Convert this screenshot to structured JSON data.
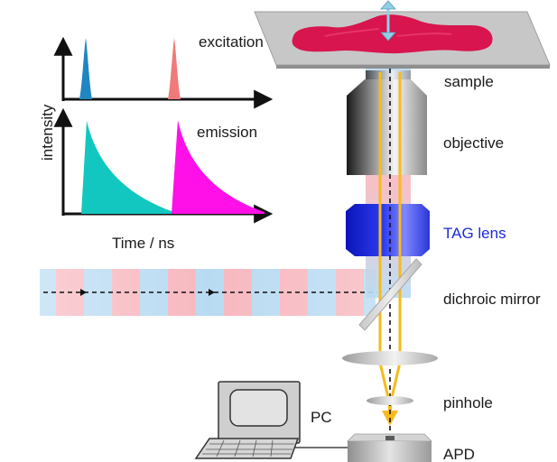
{
  "labels": {
    "excitation": "excitation",
    "emission": "emission",
    "intensity": "intensity",
    "time": "Time / ns",
    "sample": "sample",
    "objective": "objective",
    "tag_lens": "TAG lens",
    "dichroic_mirror": "dichroic mirror",
    "pinhole": "pinhole",
    "pc": "PC",
    "apd": "APD"
  },
  "colors": {
    "pulse_1": "#1f86c2",
    "pulse_2": "#f07a7a",
    "decay_1": "#12c7c0",
    "decay_2": "#ff10e8",
    "tag_lens": "#1c2bd8",
    "tag_lens_label": "#1c2bd8",
    "sample_cell": "#d8154e",
    "emission_beam": "#f6bb1b",
    "beam_stripe_a": "#f7b8bf",
    "beam_stripe_b": "#b9dbf2",
    "axis_arrow": "#8fd0e8"
  }
}
